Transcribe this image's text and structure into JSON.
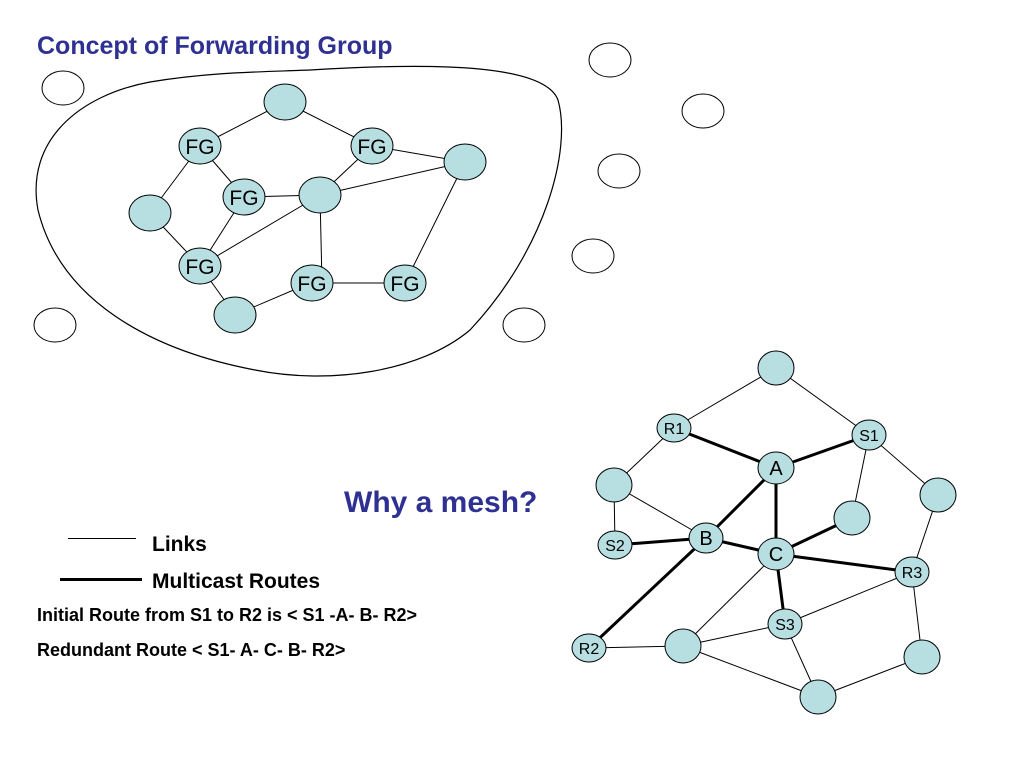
{
  "title": "Concept of Forwarding Group",
  "why_mesh": "Why a mesh?",
  "legend": {
    "links": "Links",
    "multicast_routes": "Multicast Routes"
  },
  "routes": {
    "initial": "Initial Route from S1 to R2 is < S1 -A- B- R2>",
    "redundant": "Redundant Route < S1- A- C- B- R2>"
  },
  "colors": {
    "node_fill": "#b7dfe1",
    "title": "#2e3192"
  },
  "fg_diagram": {
    "nodes": [
      {
        "id": "top",
        "label": ""
      },
      {
        "id": "fg1",
        "label": "FG"
      },
      {
        "id": "fg2",
        "label": "FG"
      },
      {
        "id": "right",
        "label": ""
      },
      {
        "id": "fg3",
        "label": "FG"
      },
      {
        "id": "center",
        "label": ""
      },
      {
        "id": "left",
        "label": ""
      },
      {
        "id": "fg4",
        "label": "FG"
      },
      {
        "id": "fg5",
        "label": "FG"
      },
      {
        "id": "fg6",
        "label": "FG"
      },
      {
        "id": "bottom",
        "label": ""
      }
    ]
  },
  "mesh_diagram": {
    "nodes": [
      {
        "id": "n-top",
        "label": ""
      },
      {
        "id": "r1",
        "label": "R1"
      },
      {
        "id": "s1",
        "label": "S1"
      },
      {
        "id": "a",
        "label": "A"
      },
      {
        "id": "n-left",
        "label": ""
      },
      {
        "id": "n-right",
        "label": ""
      },
      {
        "id": "n-mid",
        "label": ""
      },
      {
        "id": "s2",
        "label": "S2"
      },
      {
        "id": "b",
        "label": "B"
      },
      {
        "id": "c",
        "label": "C"
      },
      {
        "id": "r3",
        "label": "R3"
      },
      {
        "id": "s3",
        "label": "S3"
      },
      {
        "id": "r2",
        "label": "R2"
      },
      {
        "id": "n-lower",
        "label": ""
      },
      {
        "id": "n-lowright",
        "label": ""
      },
      {
        "id": "n-bottom",
        "label": ""
      }
    ]
  }
}
